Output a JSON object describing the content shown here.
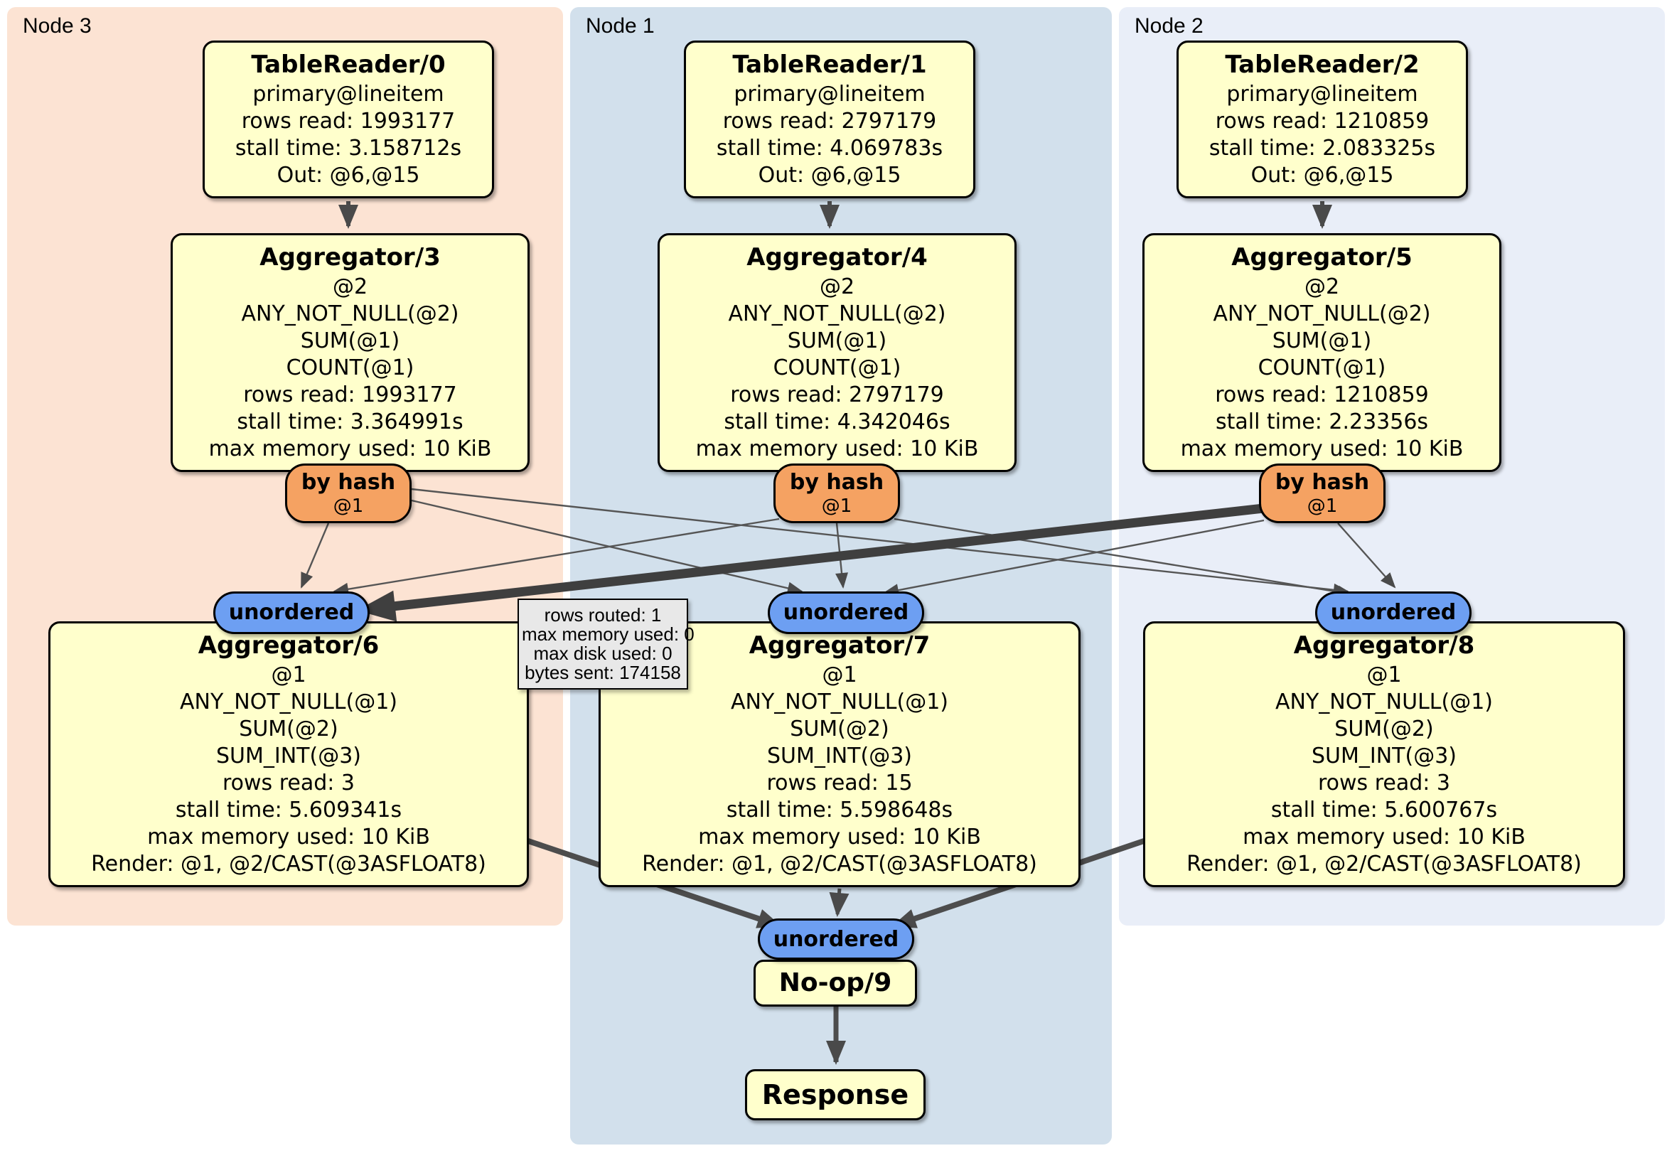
{
  "panels": [
    {
      "label": "Node 3"
    },
    {
      "label": "Node 1"
    },
    {
      "label": "Node 2"
    }
  ],
  "nodes": {
    "tr0": {
      "title": "TableReader/0",
      "lines": [
        "primary@lineitem",
        "rows read: 1993177",
        "stall time: 3.158712s",
        "Out: @6,@15"
      ]
    },
    "tr1": {
      "title": "TableReader/1",
      "lines": [
        "primary@lineitem",
        "rows read: 2797179",
        "stall time: 4.069783s",
        "Out: @6,@15"
      ]
    },
    "tr2": {
      "title": "TableReader/2",
      "lines": [
        "primary@lineitem",
        "rows read: 1210859",
        "stall time: 2.083325s",
        "Out: @6,@15"
      ]
    },
    "agg3": {
      "title": "Aggregator/3",
      "lines": [
        "@2",
        "ANY_NOT_NULL(@2)",
        "SUM(@1)",
        "COUNT(@1)",
        "rows read: 1993177",
        "stall time: 3.364991s",
        "max memory used: 10 KiB"
      ]
    },
    "agg4": {
      "title": "Aggregator/4",
      "lines": [
        "@2",
        "ANY_NOT_NULL(@2)",
        "SUM(@1)",
        "COUNT(@1)",
        "rows read: 2797179",
        "stall time: 4.342046s",
        "max memory used: 10 KiB"
      ]
    },
    "agg5": {
      "title": "Aggregator/5",
      "lines": [
        "@2",
        "ANY_NOT_NULL(@2)",
        "SUM(@1)",
        "COUNT(@1)",
        "rows read: 1210859",
        "stall time: 2.23356s",
        "max memory used: 10 KiB"
      ]
    },
    "router3": {
      "title": "by hash",
      "subtitle": "@1"
    },
    "router4": {
      "title": "by hash",
      "subtitle": "@1"
    },
    "router5": {
      "title": "by hash",
      "subtitle": "@1"
    },
    "sync6": {
      "label": "unordered"
    },
    "sync7": {
      "label": "unordered"
    },
    "sync8": {
      "label": "unordered"
    },
    "agg6": {
      "title": "Aggregator/6",
      "lines": [
        "@1",
        "ANY_NOT_NULL(@1)",
        "SUM(@2)",
        "SUM_INT(@3)",
        "rows read: 3",
        "stall time: 5.609341s",
        "max memory used: 10 KiB",
        "Render: @1, @2/CAST(@3ASFLOAT8)"
      ]
    },
    "agg7": {
      "title": "Aggregator/7",
      "lines": [
        "@1",
        "ANY_NOT_NULL(@1)",
        "SUM(@2)",
        "SUM_INT(@3)",
        "rows read: 15",
        "stall time: 5.598648s",
        "max memory used: 10 KiB",
        "Render: @1, @2/CAST(@3ASFLOAT8)"
      ]
    },
    "agg8": {
      "title": "Aggregator/8",
      "lines": [
        "@1",
        "ANY_NOT_NULL(@1)",
        "SUM(@2)",
        "SUM_INT(@3)",
        "rows read: 3",
        "stall time: 5.600767s",
        "max memory used: 10 KiB",
        "Render: @1, @2/CAST(@3ASFLOAT8)"
      ]
    },
    "sync9": {
      "label": "unordered"
    },
    "noop": {
      "title": "No-op/9"
    },
    "response": {
      "title": "Response"
    }
  },
  "tooltip": {
    "lines": [
      "rows routed: 1",
      "max memory used: 0",
      "max disk used: 0",
      "bytes sent: 174158"
    ]
  },
  "colors": {
    "panel_node3": "#fce3d3",
    "panel_node1": "#d2e0ec",
    "panel_node2": "#e9eef8",
    "processor_fill": "#ffffcc",
    "router_fill": "#f5a262",
    "sync_fill": "#6d9ff2",
    "tooltip_fill": "#e8e8e8",
    "edge": "#4d4d4d"
  }
}
